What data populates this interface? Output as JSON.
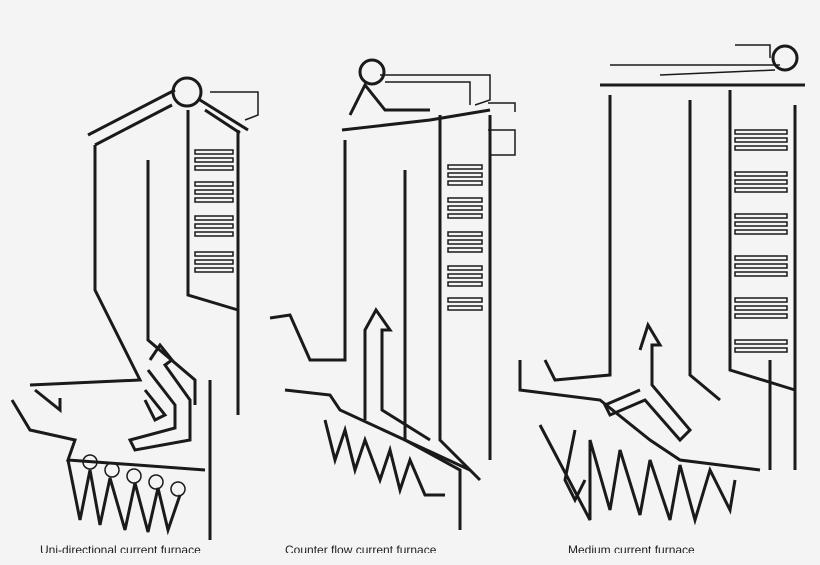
{
  "captions": {
    "unidirectional": "Uni-directional current furnace",
    "counter_flow": "Counter flow current furnace",
    "medium": "Medium current furnace"
  },
  "colors": {
    "line": "#1a1a1a",
    "background": "#f4f4f4"
  }
}
